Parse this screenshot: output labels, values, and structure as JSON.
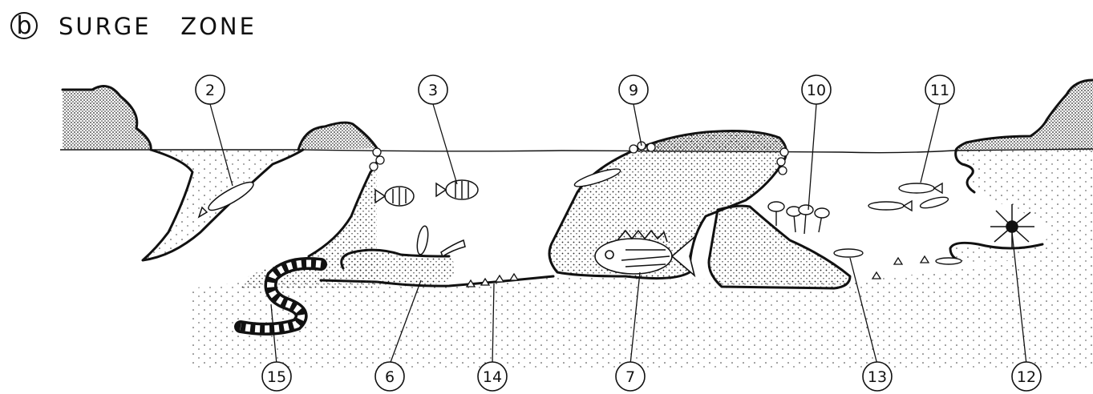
{
  "title": {
    "letter": "b",
    "text": "SURGE   ZONE"
  },
  "callouts": {
    "n2": "2",
    "n3": "3",
    "n9": "9",
    "n10": "10",
    "n11": "11",
    "n15": "15",
    "n6": "6",
    "n14": "14",
    "n7": "7",
    "n13": "13",
    "n12": "12"
  }
}
